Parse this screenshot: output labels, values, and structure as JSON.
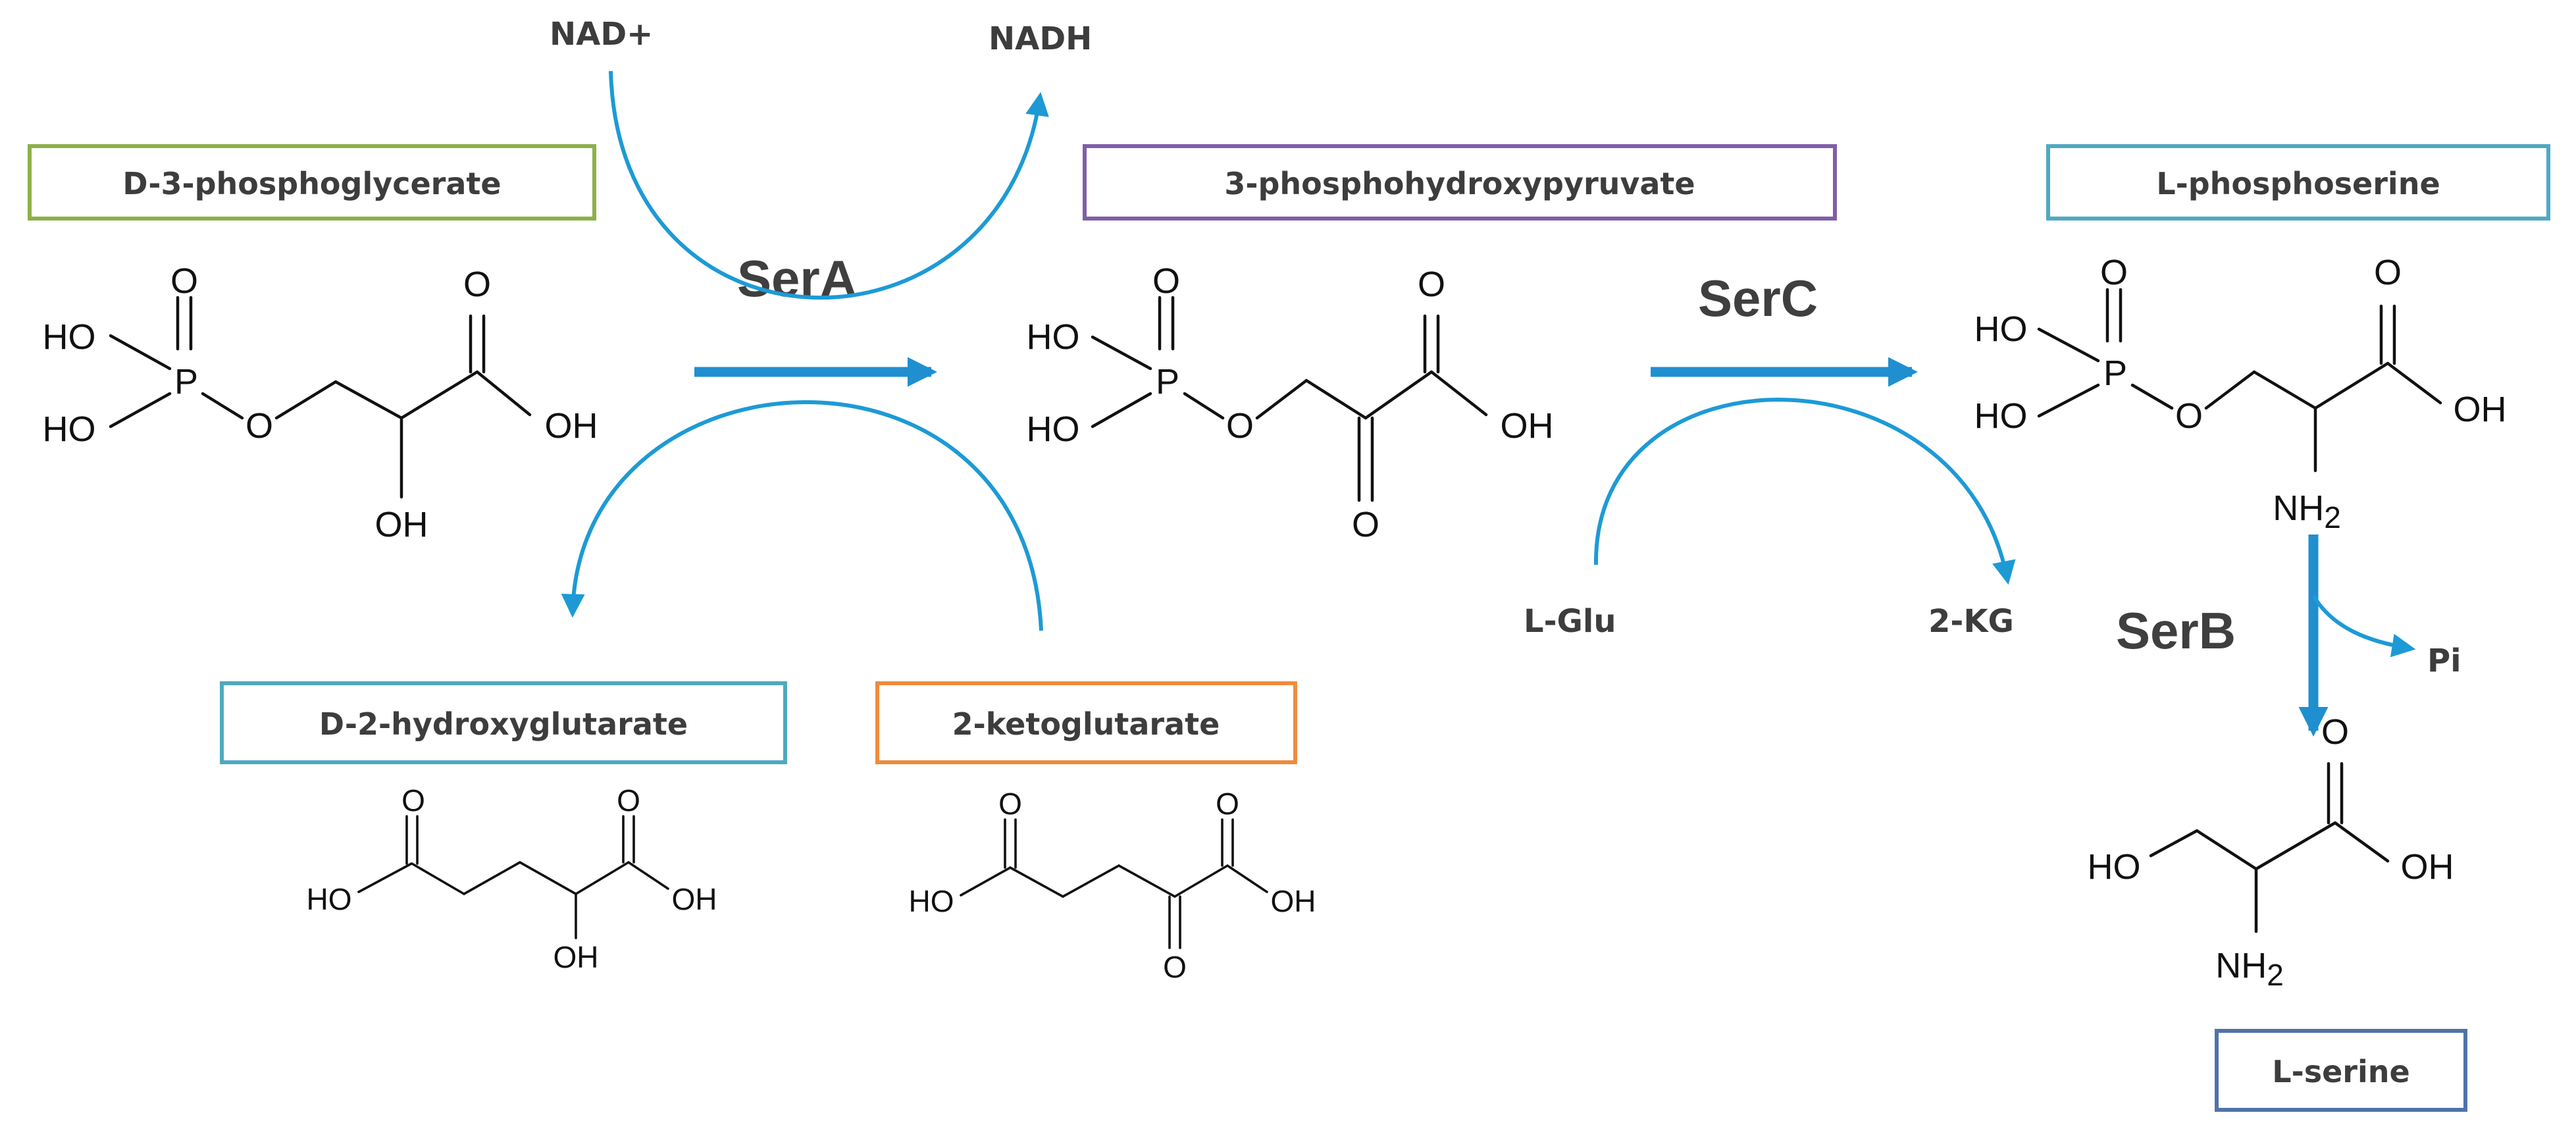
{
  "compounds": {
    "d3pg": {
      "label": "D-3-phosphoglycerate",
      "color": "#8db04a"
    },
    "php": {
      "label": "3-phosphohydroxypyruvate",
      "color": "#7f5fa8"
    },
    "lps": {
      "label": "L-phosphoserine",
      "color": "#4fa9c1"
    },
    "d2hg": {
      "label": "D-2-hydroxyglutarate",
      "color": "#4fa9c1"
    },
    "akg": {
      "label": "2-ketoglutarate",
      "color": "#ef8c3e"
    },
    "ser": {
      "label": "L-serine",
      "color": "#4f73a8"
    }
  },
  "enzymes": {
    "sera": "SerA",
    "serc": "SerC",
    "serb": "SerB"
  },
  "cofactors": {
    "nad": "NAD+",
    "nadh": "NADH",
    "lglu": "L-Glu",
    "kg": "2-KG",
    "pi": "Pi"
  },
  "atoms": {
    "o": "O",
    "p": "P",
    "ho": "HO",
    "oh": "OH",
    "n": "NH",
    "sub2": "2"
  },
  "colors": {
    "arrow": "#1d9ad6"
  }
}
